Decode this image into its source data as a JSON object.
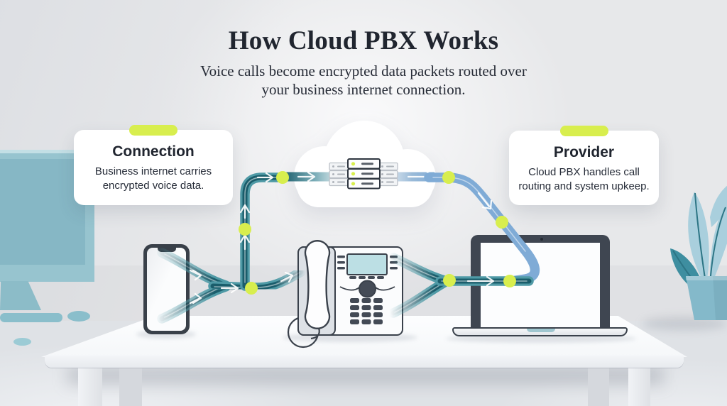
{
  "header": {
    "title": "How Cloud PBX Works",
    "subtitle_line1": "Voice calls become encrypted data packets routed over",
    "subtitle_line2": "your business internet connection."
  },
  "cards": {
    "connection": {
      "title": "Connection",
      "body_line1": "Business internet carries",
      "body_line2": "encrypted voice data."
    },
    "provider": {
      "title": "Provider",
      "body_line1": "Cloud PBX handles call",
      "body_line2": "routing and system upkeep."
    }
  },
  "icons": [
    "cloud-icon",
    "server-rack-icon",
    "smartphone-icon",
    "desk-phone-icon",
    "laptop-icon",
    "desktop-monitor-icon",
    "potted-plant-icon",
    "packet-dot",
    "flow-arrow-icon"
  ],
  "colors": {
    "lime": "#d8ee4e",
    "teal_dark": "#1a5d6b",
    "teal_mid": "#4f9aa6",
    "line_blue": "#7fabd6",
    "ink": "#20252f",
    "body_text": "#262c38",
    "wall": "#e7e8ea",
    "floor": "#dfe2e6",
    "outline": "#3a414b",
    "monitor": "#97c4cf",
    "screen_teal": "#bcdfe4",
    "plant_dark": "#3e8ea0",
    "plant_light": "#a9cfdd",
    "pot": "#84b9ca",
    "card_bg": "#ffffff"
  }
}
